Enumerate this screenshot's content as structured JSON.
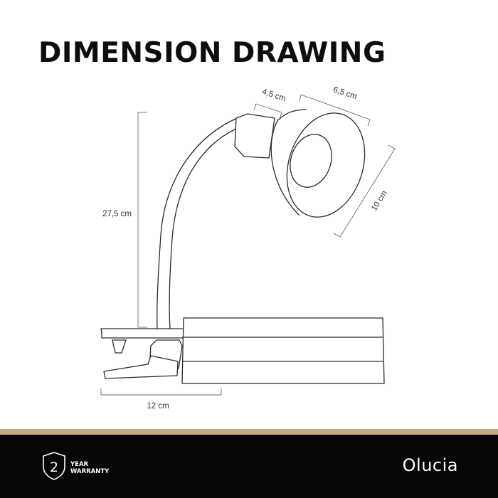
{
  "title": "DIMENSION DRAWING",
  "product": "Olucia",
  "dimensions": {
    "height": "27,5 cm",
    "base_width": "12 cm",
    "neck_width": "4,5 cm",
    "shade_width": "6,5 cm",
    "shade_length": "10 cm"
  },
  "warranty": {
    "years": "2",
    "line1": "YEAR",
    "line2": "WARRANTY"
  },
  "colors": {
    "footer_bg": "#060606",
    "accent_band": "#c6a88a",
    "line": "#2a2a2a"
  }
}
